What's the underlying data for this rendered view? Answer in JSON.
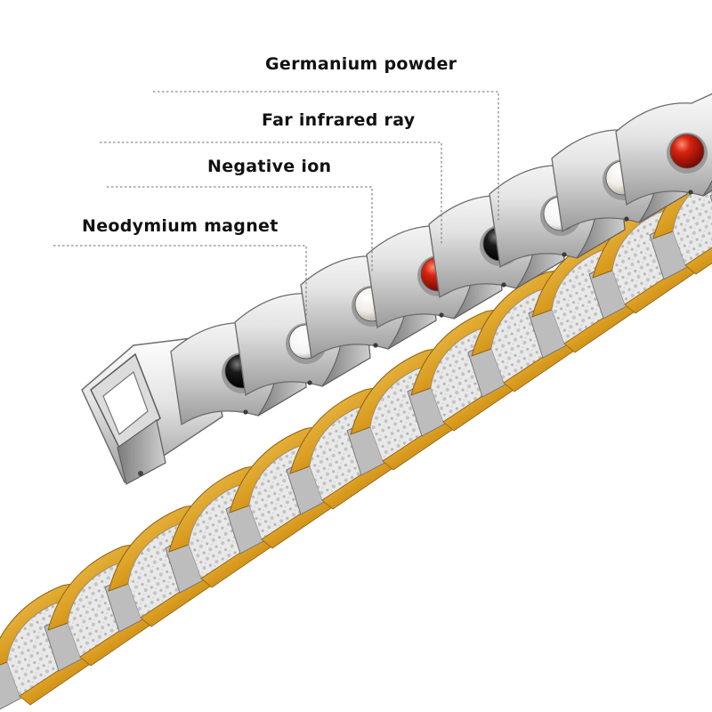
{
  "callouts": [
    {
      "label": "Germanium powder",
      "bead": "germanium-bead"
    },
    {
      "label": "Far infrared ray",
      "bead": "far-infrared-bead"
    },
    {
      "label": "Negative ion",
      "bead": "negative-ion-bead"
    },
    {
      "label": "Neodymium magnet",
      "bead": "neodymium-magnet-bead"
    }
  ],
  "colors": {
    "silver": "#d9d9d9",
    "silver_dark": "#8f8f8f",
    "gold": "#e0a824",
    "gold_dark": "#a9751a",
    "magnet_black": "#111111",
    "infrared_red": "#c71a12",
    "ion_white": "#f4f2ec",
    "germanium_clear": "#f7f7f7",
    "leader_line": "#8a8a8a"
  }
}
